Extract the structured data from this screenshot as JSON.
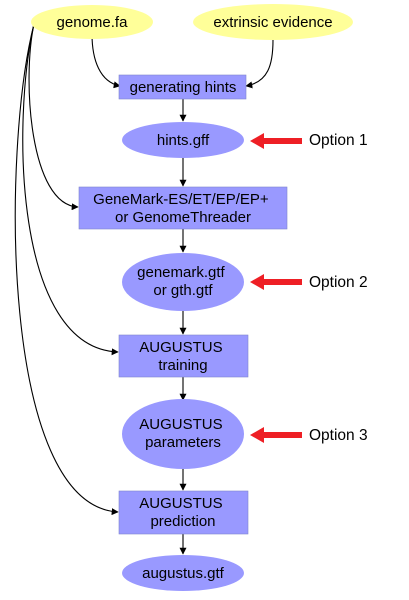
{
  "nodes": {
    "genome": {
      "lines": [
        "genome.fa"
      ]
    },
    "extrinsic": {
      "lines": [
        "extrinsic evidence"
      ]
    },
    "generating_hints": {
      "lines": [
        "generating hints"
      ]
    },
    "hints_gff": {
      "lines": [
        "hints.gff"
      ]
    },
    "genemark": {
      "lines": [
        "GeneMark-ES/ET/EP/EP+",
        "or GenomeThreader"
      ]
    },
    "genemark_gtf": {
      "lines": [
        "genemark.gtf",
        "or gth.gtf"
      ]
    },
    "training": {
      "lines": [
        "AUGUSTUS",
        "training"
      ]
    },
    "parameters": {
      "lines": [
        "AUGUSTUS",
        "parameters"
      ]
    },
    "prediction": {
      "lines": [
        "AUGUSTUS",
        "prediction"
      ]
    },
    "augustus_gtf": {
      "lines": [
        "augustus.gtf"
      ]
    }
  },
  "options": [
    {
      "label": "Option 1",
      "target": "hints_gff"
    },
    {
      "label": "Option 2",
      "target": "genemark_gtf"
    },
    {
      "label": "Option 3",
      "target": "parameters"
    }
  ],
  "colors": {
    "input_fill": "#ffff99",
    "process_fill": "#9999ff",
    "option_arrow": "#ee1f25",
    "edge": "#000000"
  }
}
